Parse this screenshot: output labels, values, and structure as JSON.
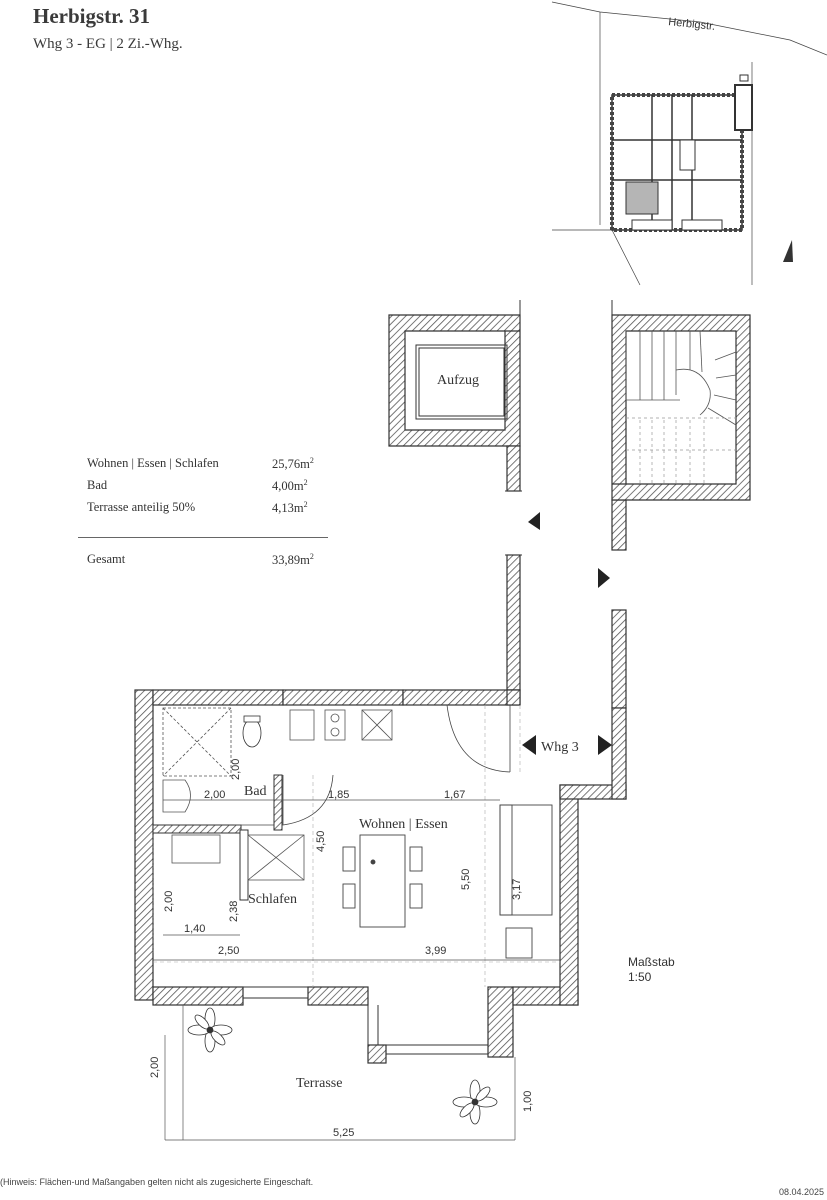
{
  "header": {
    "title": "Herbigstr. 31",
    "subtitle": "Whg 3 - EG | 2 Zi.-Whg."
  },
  "site_plan": {
    "street_label": "Herbigstr.",
    "north_icon": "north-arrow-icon"
  },
  "areas": {
    "rows": [
      {
        "label": "Wohnen | Essen | Schlafen",
        "value": "25,76m",
        "unit_sup": "2"
      },
      {
        "label": "Bad",
        "value": "4,00m",
        "unit_sup": "2"
      },
      {
        "label": "Terrasse anteilig 50%",
        "value": "4,13m",
        "unit_sup": "2"
      }
    ],
    "total": {
      "label": "Gesamt",
      "value": "33,89m",
      "unit_sup": "2"
    }
  },
  "rooms": {
    "aufzug": "Aufzug",
    "whg": "Whg 3",
    "bad": "Bad",
    "wohnen": "Wohnen | Essen",
    "schlafen": "Schlafen",
    "terrasse": "Terrasse"
  },
  "dimensions": {
    "d_2_00_bad_v": "2,00",
    "d_2_00_bad_h": "2,00",
    "d_1_85": "1,85",
    "d_1_67": "1,67",
    "d_4_50": "4,50",
    "d_5_50": "5,50",
    "d_3_17": "3,17",
    "d_2_00_schlafen": "2,00",
    "d_1_40": "1,40",
    "d_2_38": "2,38",
    "d_2_50": "2,50",
    "d_3_99": "3,99",
    "d_2_00_terrasse": "2,00",
    "d_1_00": "1,00",
    "d_5_25": "5,25"
  },
  "scale": {
    "label": "Maßstab",
    "value": "1:50"
  },
  "footer": {
    "note": "(Hinweis: Flächen-und Maßangaben gelten nicht als zugesicherte Eingeschaft.",
    "date": "08.04.2025"
  },
  "colors": {
    "wall_hatch": "#555555",
    "highlight_unit": "#b5b5b5",
    "line": "#333333"
  }
}
